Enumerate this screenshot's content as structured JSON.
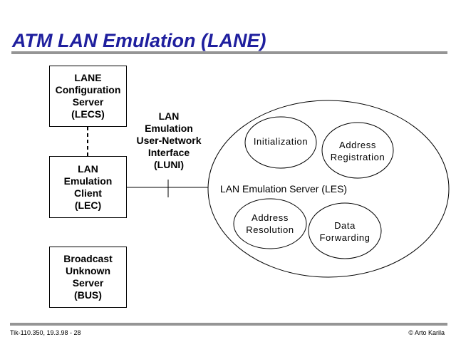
{
  "title": "ATM LAN Emulation (LANE)",
  "boxes": {
    "lecs": "LANE\nConfiguration\nServer\n(LECS)",
    "lec": "LAN\nEmulation\nClient\n(LEC)",
    "bus": "Broadcast\nUnknown\nServer\n(BUS)"
  },
  "luni": "LAN\nEmulation\nUser-Network\nInterface\n(LUNI)",
  "les": {
    "label": "LAN Emulation Server (LES)",
    "functions": {
      "initialization": "Initialization",
      "address_registration": "Address\nRegistration",
      "address_resolution": "Address\nResolution",
      "data_forwarding": "Data\nForwarding"
    }
  },
  "footer": {
    "left": "Tik-110.350, 19.3.98 - 28",
    "right": "© Arto Karila"
  }
}
